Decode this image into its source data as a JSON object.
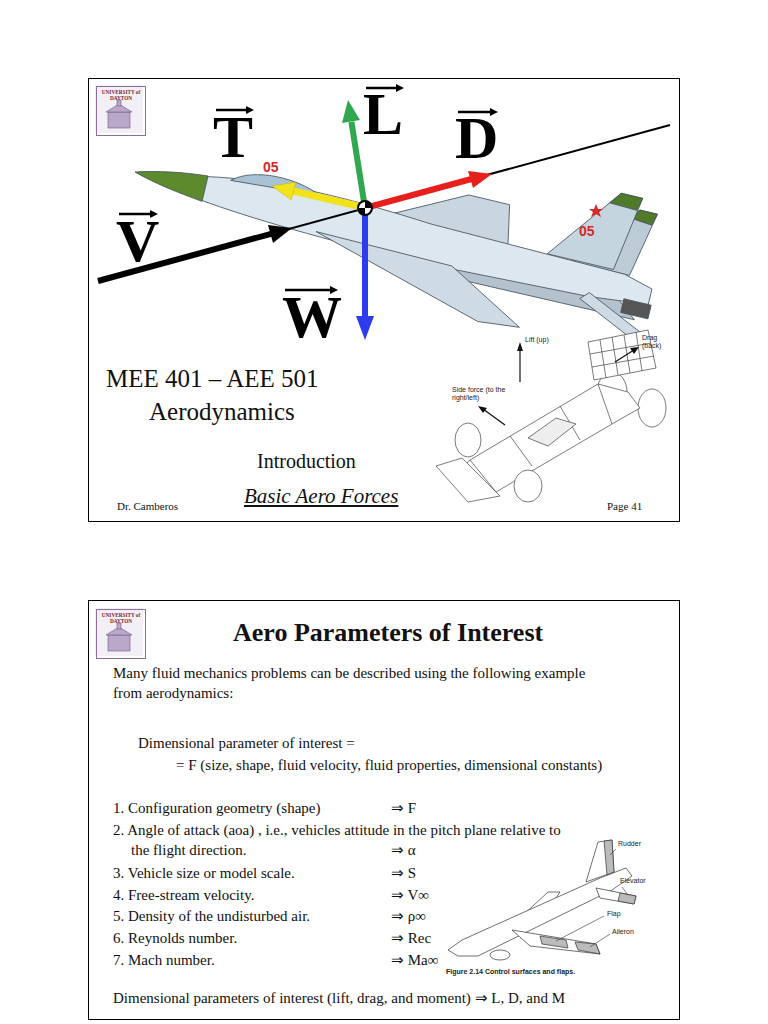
{
  "diagram": {
    "nodes": [
      {
        "text": [
          "MEE 401 – AEE 501",
          "Aerodynamics",
          "Introduction",
          "Basic Aero Forces",
          "Dr. Camberos",
          "Page 41"
        ]
      },
      {
        "text": [
          "UNIVERSITY of DAYTON"
        ],
        "in": 0
      },
      {
        "text": [
          "Aero Parameters of Interest",
          "Many fluid mechanics problems can be described using the following example from aerodynamics:",
          "Dimensional parameter of interest =",
          "= F (size, shape, fluid velocity, fluid properties, dimensional constants)",
          "1. Configuration geometry (shape)",
          "⇒ F",
          "2. Angle of attack (aoa) , i.e., vehicles attitude in the pitch plane relative to the flight direction.",
          "⇒ α",
          "3. Vehicle size or model scale.",
          "⇒ S",
          "4. Free-stream velocity.",
          "⇒ V∞",
          "5. Density of the undisturbed air.",
          "⇒ ρ∞",
          "6. Reynolds number.",
          "⇒ Rec",
          "7. Mach number.",
          "⇒ Ma∞",
          "Dimensional parameters of interest (lift, drag, and moment) ⇒ L, D, and M"
        ]
      },
      {
        "text": [
          "UNIVERSITY of DAYTON"
        ],
        "in": 2
      }
    ],
    "labels": [
      "T",
      "L",
      "D",
      "V",
      "W",
      "05",
      "05",
      "Lift (up)",
      "Drag (back)",
      "Side force (to the right/left)",
      "Rudder",
      "Elevator",
      "Flap",
      "Aileron",
      "Figure 2.14 Control surfaces and flaps."
    ]
  }
}
